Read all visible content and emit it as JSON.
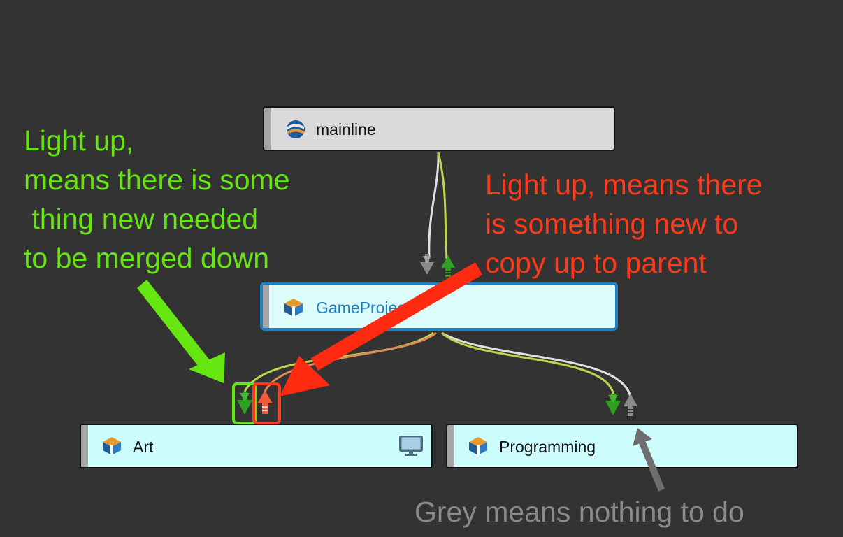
{
  "nodes": {
    "mainline": {
      "label": "mainline",
      "icon": "stream-logo-icon"
    },
    "game_project": {
      "label": "GameProject",
      "icon": "stream-cube-icon",
      "selected": true
    },
    "art": {
      "label": "Art",
      "icon": "stream-cube-icon",
      "extra_icon": "monitor-icon"
    },
    "programming": {
      "label": "Programming",
      "icon": "stream-cube-icon"
    }
  },
  "annotations": {
    "merge_down": "Light up,\nmeans there is some\n thing new needed\nto be merged down",
    "copy_up": "Light up, means there\nis something new to\ncopy up to parent",
    "grey": "Grey means nothing to do"
  },
  "colors": {
    "background": "#333333",
    "merge_down_highlight": "#66e611",
    "copy_up_highlight": "#ff3a1a",
    "idle": "#8a8a8a",
    "selected_border": "#1f7fc0",
    "node_fill": "#ccfcfc",
    "root_fill": "#d9d9d9"
  }
}
